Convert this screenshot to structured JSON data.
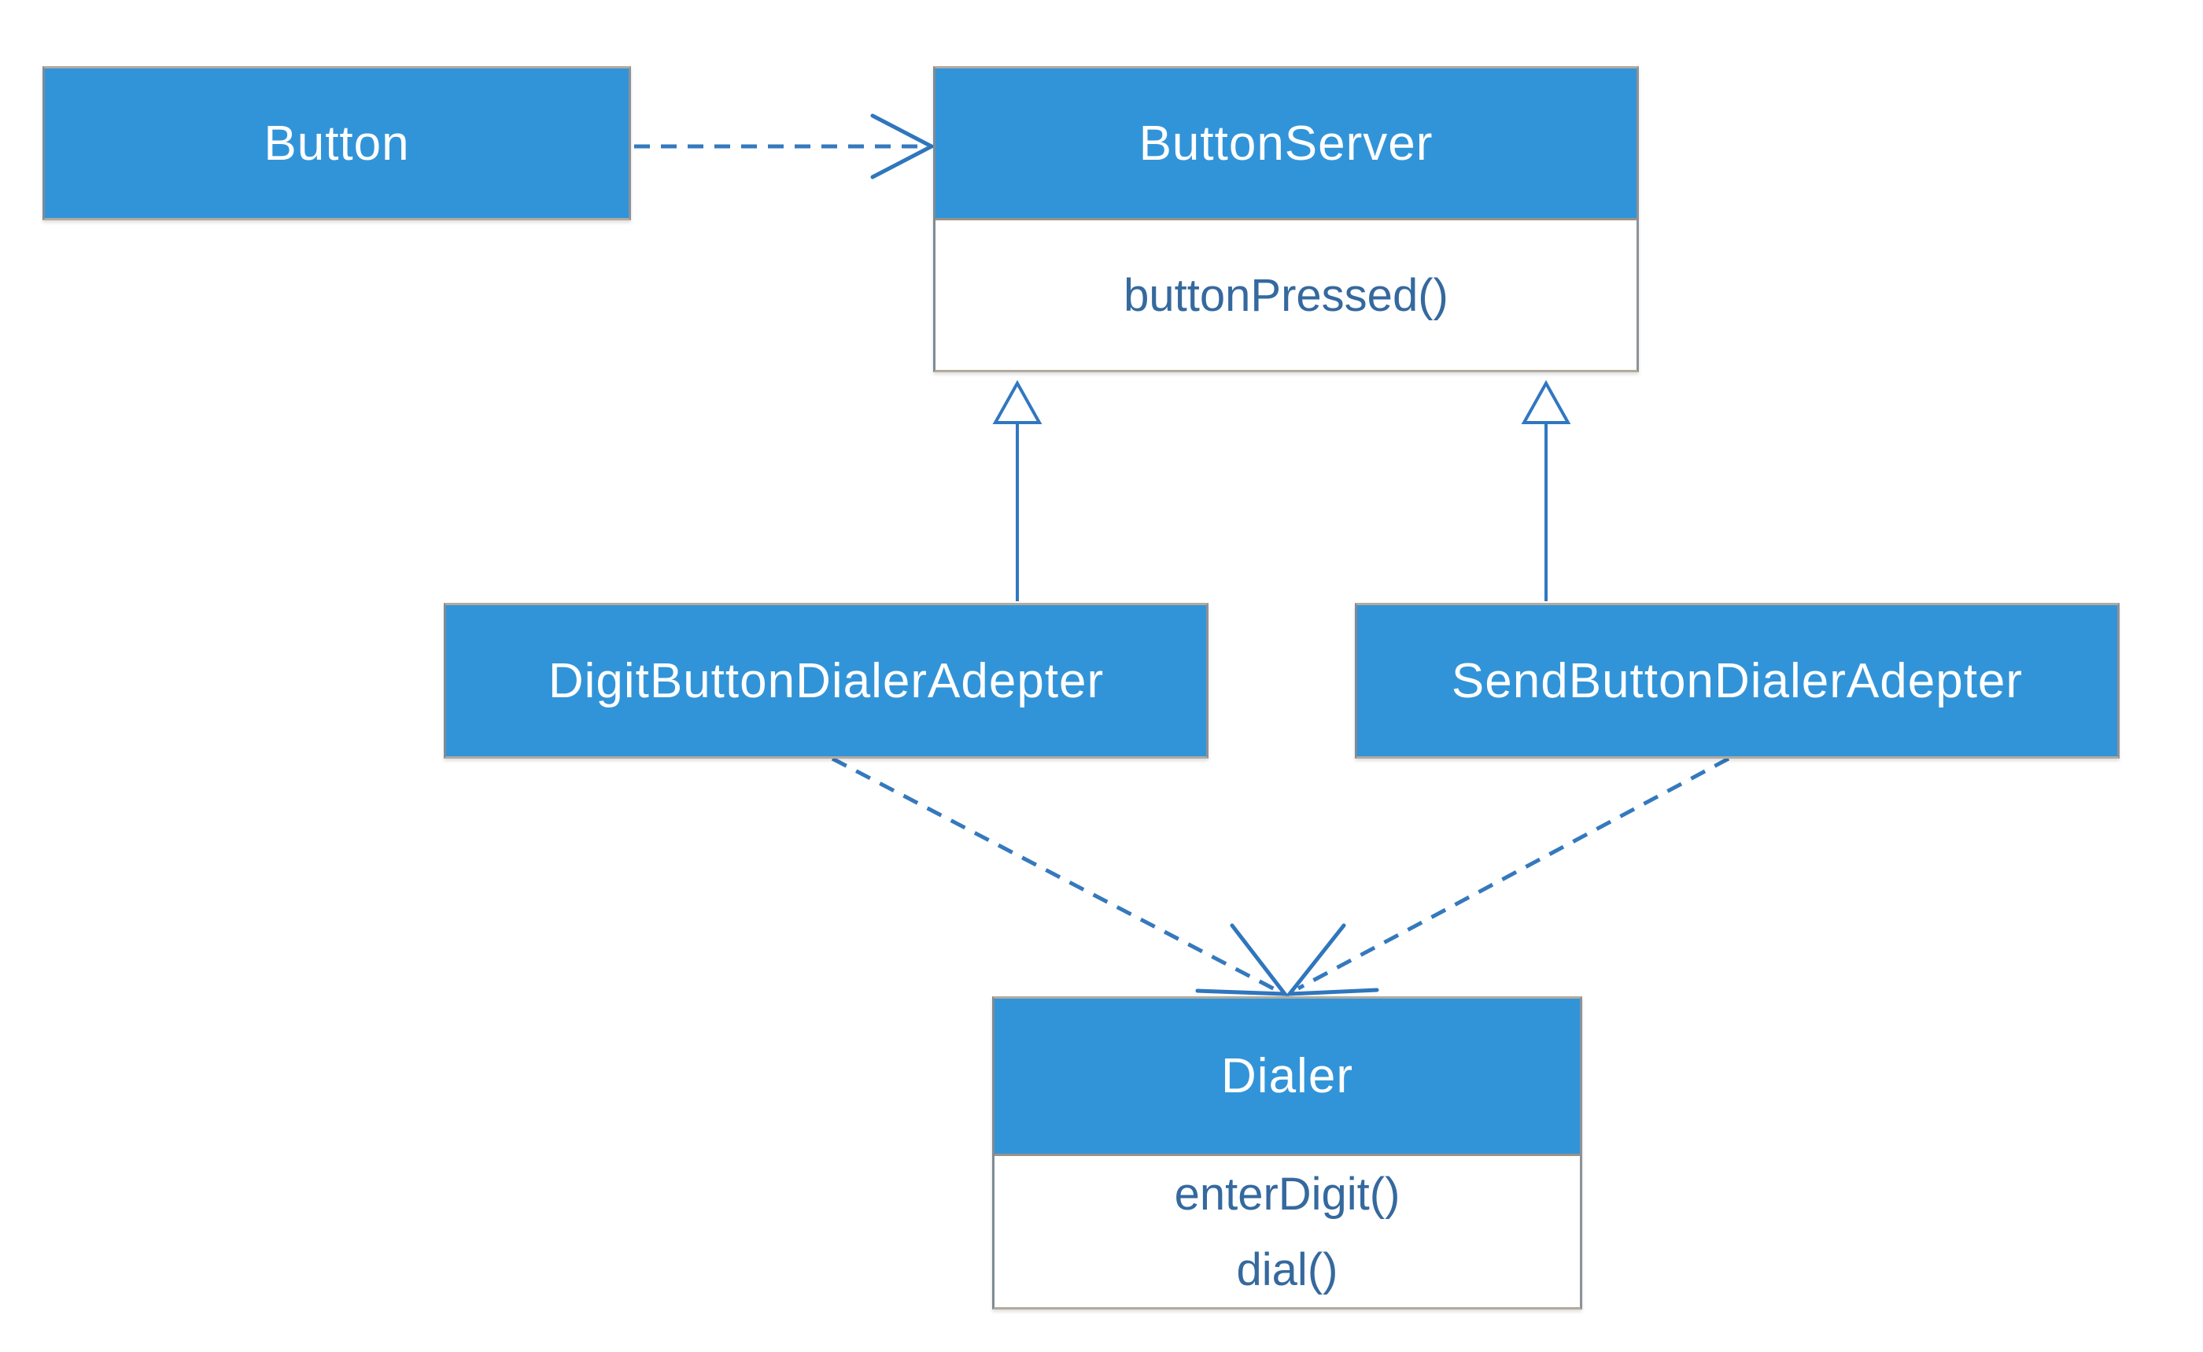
{
  "diagram": {
    "kind": "uml-class-diagram",
    "classes": [
      {
        "id": "button",
        "name": "Button",
        "methods": []
      },
      {
        "id": "button-server",
        "name": "ButtonServer",
        "methods": [
          "buttonPressed()"
        ]
      },
      {
        "id": "digit-adapter",
        "name": "DigitButtonDialerAdepter",
        "methods": []
      },
      {
        "id": "send-adapter",
        "name": "SendButtonDialerAdepter",
        "methods": []
      },
      {
        "id": "dialer",
        "name": "Dialer",
        "methods": [
          "enterDigit()",
          "dial()"
        ]
      }
    ],
    "relationships": [
      {
        "from": "Button",
        "to": "ButtonServer",
        "type": "dependency",
        "line": "dashed",
        "arrowhead": "open"
      },
      {
        "from": "DigitButtonDialerAdepter",
        "to": "ButtonServer",
        "type": "generalization",
        "line": "solid",
        "arrowhead": "hollow-triangle"
      },
      {
        "from": "SendButtonDialerAdepter",
        "to": "ButtonServer",
        "type": "generalization",
        "line": "solid",
        "arrowhead": "hollow-triangle"
      },
      {
        "from": "DigitButtonDialerAdepter",
        "to": "Dialer",
        "type": "dependency",
        "line": "dashed",
        "arrowhead": "open"
      },
      {
        "from": "SendButtonDialerAdepter",
        "to": "Dialer",
        "type": "dependency",
        "line": "dashed",
        "arrowhead": "open"
      }
    ],
    "colors": {
      "box_fill": "#3294d8",
      "box_title_text": "#ffffff",
      "method_text": "#35699e",
      "connector": "#3579bd",
      "box_border": "#a29a8e",
      "background": "#ffffff"
    }
  }
}
